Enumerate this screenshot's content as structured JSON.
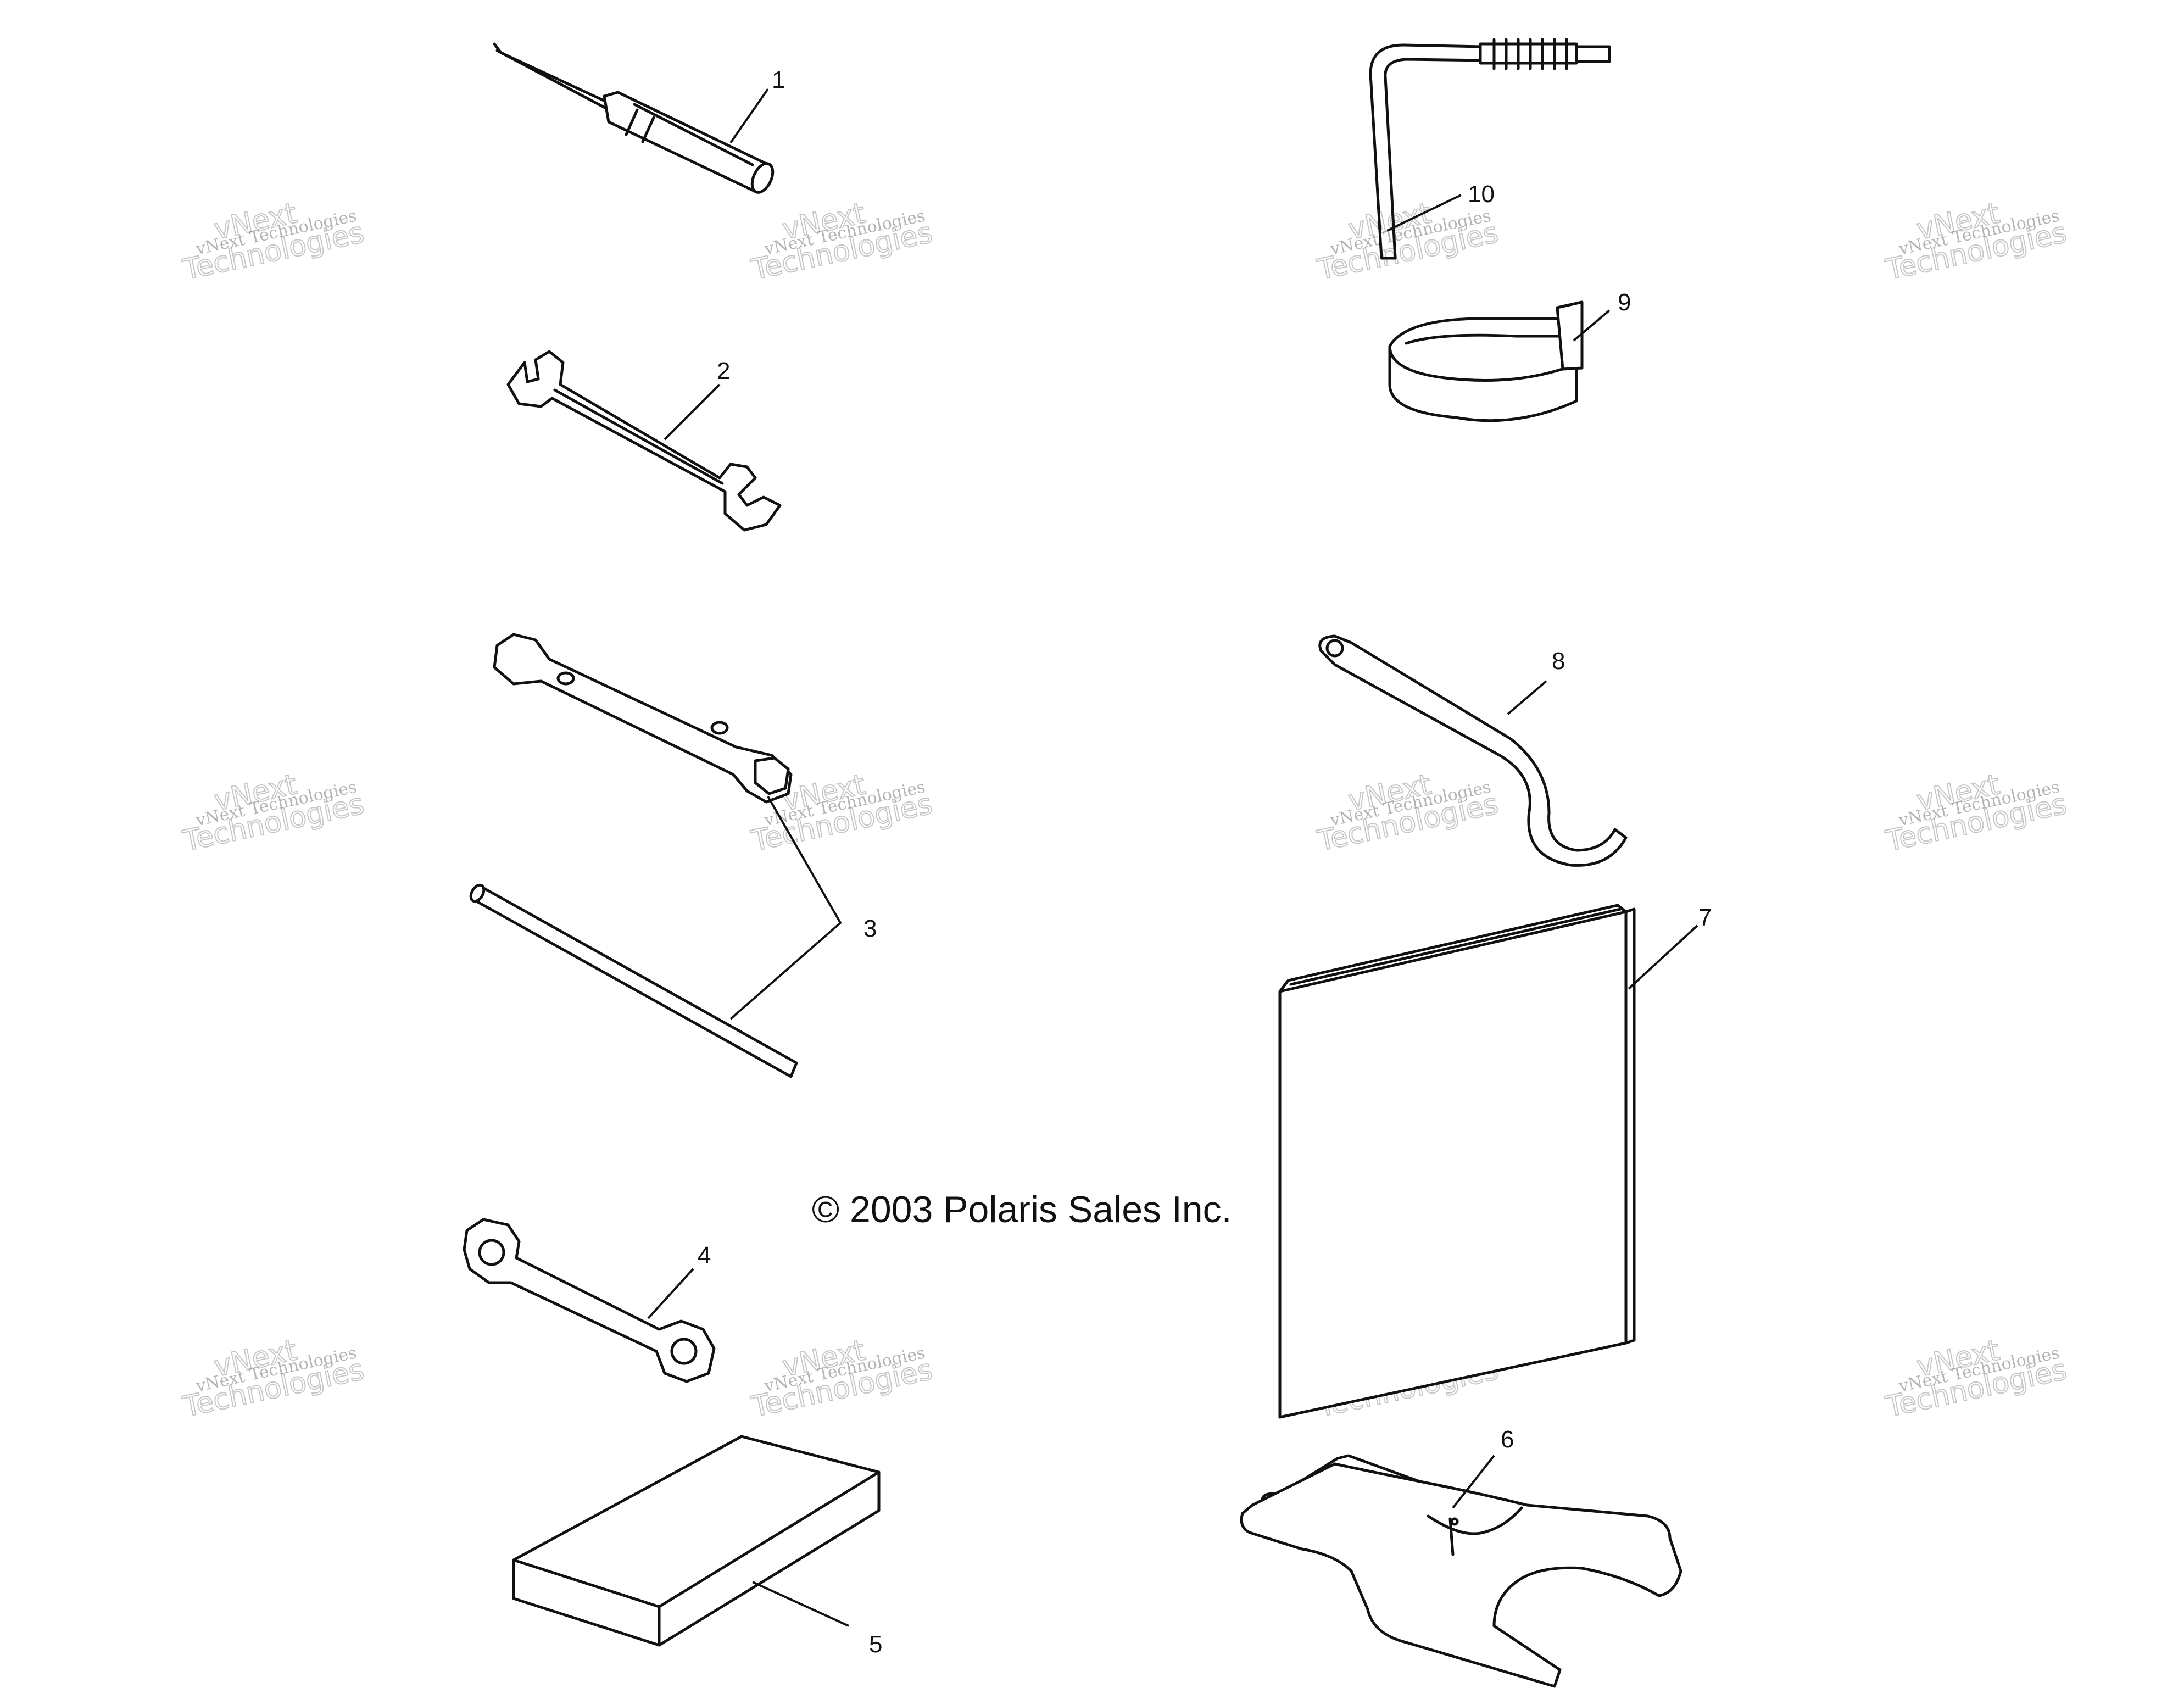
{
  "copyright": "© 2003 Polaris Sales Inc.",
  "watermark": {
    "line1": "vNext",
    "line2": "vNext Technologies",
    "line3": "Technologies"
  },
  "callouts": {
    "c1": "1",
    "c2": "2",
    "c3": "3",
    "c4": "4",
    "c5": "5",
    "c6": "6",
    "c7": "7",
    "c8": "8",
    "c9": "9",
    "c10": "10"
  }
}
